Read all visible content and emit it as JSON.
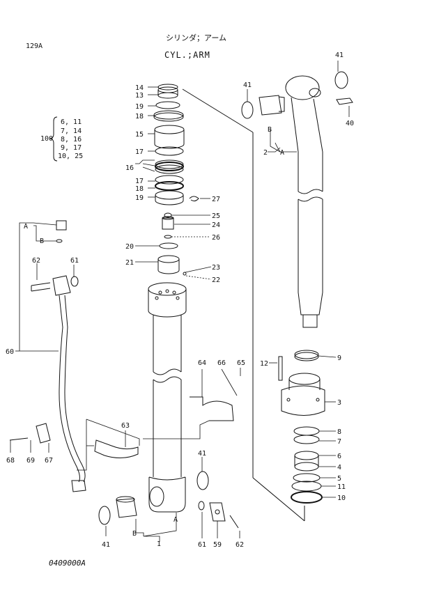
{
  "header": {
    "page_code": "129A",
    "title_jp": "シリンダ；アーム",
    "title_en": "CYL.;ARM"
  },
  "footer": {
    "drawing_no": "0409000A"
  },
  "kit": {
    "number": "100",
    "members": [
      "6, 11",
      "7, 14",
      "8, 16",
      "9, 17",
      "10, 25"
    ]
  },
  "callouts": {
    "p1": "1",
    "p2": "2",
    "p3": "3",
    "p4": "4",
    "p5": "5",
    "p6": "6",
    "p7": "7",
    "p8": "8",
    "p9": "9",
    "p10": "10",
    "p11": "11",
    "p12": "12",
    "p13": "13",
    "p14": "14",
    "p15": "15",
    "p16": "16",
    "p17a": "17",
    "p17b": "17",
    "p18a": "18",
    "p18b": "18",
    "p19a": "19",
    "p19b": "19",
    "p20": "20",
    "p21": "21",
    "p22": "22",
    "p23": "23",
    "p24": "24",
    "p25": "25",
    "p26": "26",
    "p27": "27",
    "p40": "40",
    "p41a": "41",
    "p41b": "41",
    "p41c": "41",
    "p41d": "41",
    "p59": "59",
    "p60": "60",
    "p61a": "61",
    "p61b": "61",
    "p62a": "62",
    "p62b": "62",
    "p63": "63",
    "p64": "64",
    "p65": "65",
    "p66": "66",
    "p67": "67",
    "p68": "68",
    "p69": "69"
  },
  "section_marks": {
    "a_rod": "A",
    "b_rod": "B",
    "a_tube": "A",
    "b_tube": "B",
    "a_pipe": "A",
    "b_pipe": "B"
  }
}
